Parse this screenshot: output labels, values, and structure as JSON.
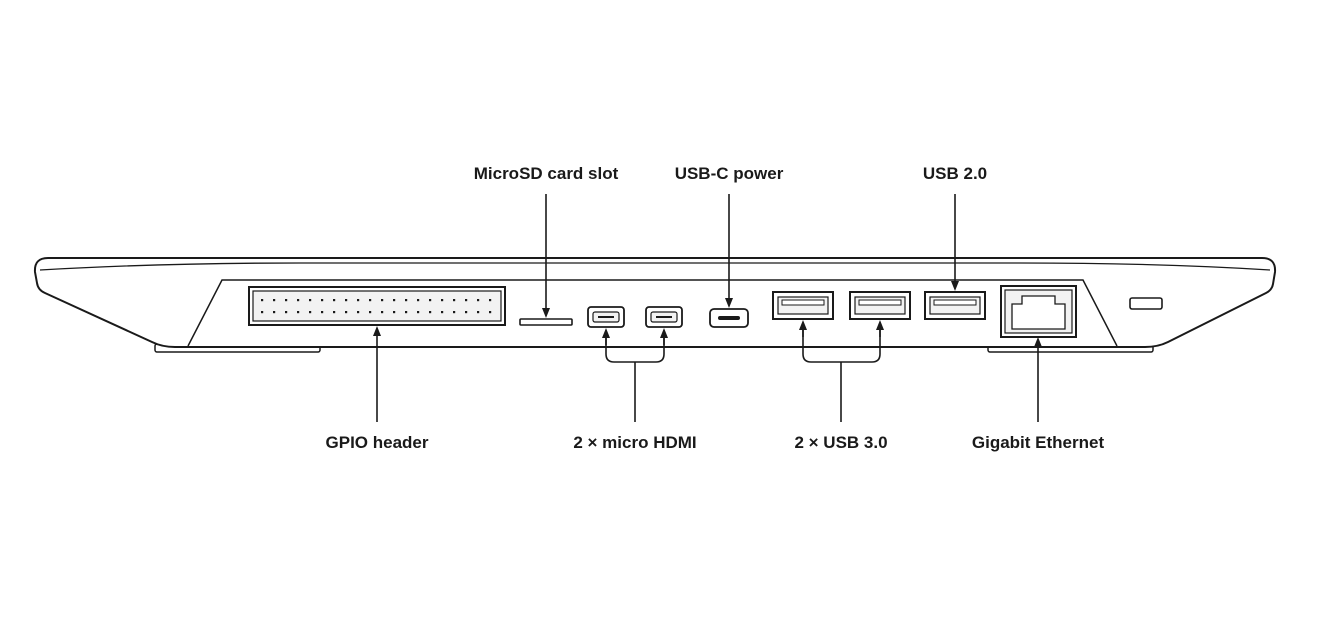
{
  "labels": {
    "microsd": "MicroSD card slot",
    "usbc": "USB-C power",
    "usb2": "USB 2.0",
    "gpio": "GPIO header",
    "hdmi": "2 × micro HDMI",
    "usb3": "2 × USB 3.0",
    "ethernet": "Gigabit Ethernet"
  },
  "colors": {
    "stroke": "#1a1a1a",
    "body_fill": "#ffffff",
    "port_fill": "#f2f2f2"
  }
}
